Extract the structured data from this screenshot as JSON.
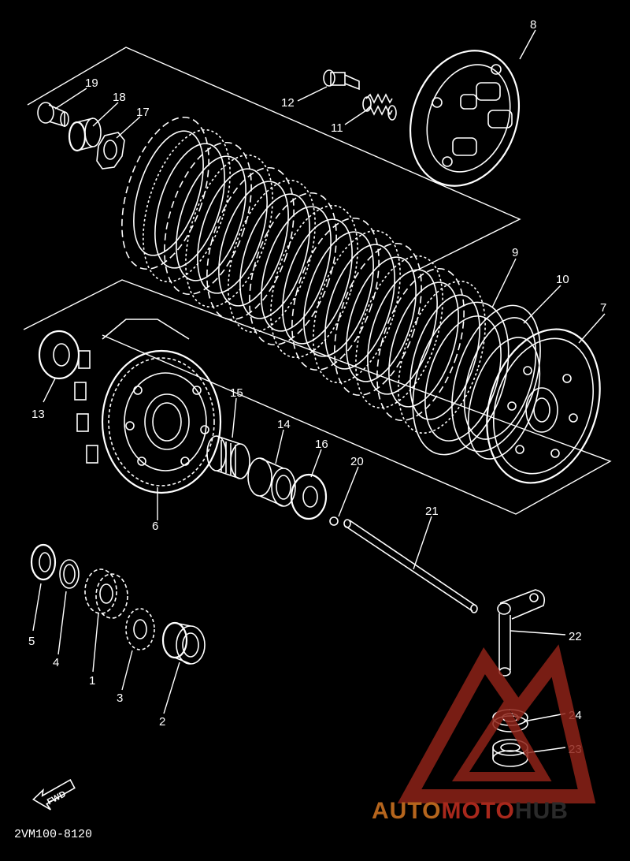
{
  "diagram": {
    "part_code": "2VM100-8120",
    "fwd_label": "FWD",
    "callouts": [
      "1",
      "2",
      "3",
      "4",
      "5",
      "6",
      "7",
      "8",
      "9",
      "10",
      "11",
      "12",
      "13",
      "14",
      "15",
      "16",
      "17",
      "18",
      "19",
      "20",
      "21",
      "22",
      "23",
      "24"
    ]
  },
  "watermark": {
    "word1": "AUTO",
    "word2": "MOTO",
    "word3": "HUB",
    "colors": {
      "auto": "#b5651d",
      "moto": "#a8281c",
      "hub": "#2a2a2a",
      "triangle": "#8e2318"
    }
  },
  "colors": {
    "background": "#000000",
    "lines": "#ffffff"
  }
}
